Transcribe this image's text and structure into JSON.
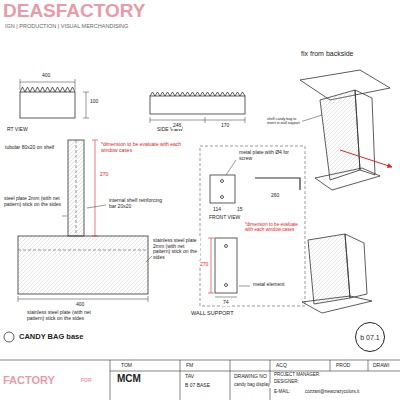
{
  "diagram": {
    "nodes": [
      {
        "text": [
          "b 07.1"
        ]
      }
    ],
    "labels": [
      "DEASFACTORY",
      "IGN | PRODUCTION | VISUAL MERCHANDISING",
      "RT VIEW",
      "400",
      "100",
      "SIDE VIEW",
      "246",
      "170",
      "fix from backside",
      "shelf candy bag to insert in wall support",
      "tubolar 80x20 on shelf",
      "*dimension to be evaluate with each window cases",
      "270",
      "internal shelf reinforcing bar 20x20",
      "steel plate 2mm (with net pattern) stick on the sides",
      "stainless steel plate 2mm (with net pattern) stick on the sides",
      "400",
      "stainless steel plate (with net pattern) stick on the sides",
      "CANDY BAG base",
      "metal plate with Ø4 for screw",
      "114",
      "15",
      "FRONT VIEW",
      "260",
      "*dimension to be evaluate with each window cases",
      "270",
      "74",
      "metal element",
      "WALL SUPPORT",
      "TOM",
      "FM",
      "ACQ",
      "PROD",
      "DRAWI",
      "FACTORY",
      "FOR",
      "MCM",
      "TAV",
      "B 07 BASE",
      "DRAWING NO",
      "candy bag display",
      "PROJECT MANAGER:",
      "DESIGNER:",
      "E-MAIL:",
      "cozzani@newcrazycolors.it"
    ]
  }
}
